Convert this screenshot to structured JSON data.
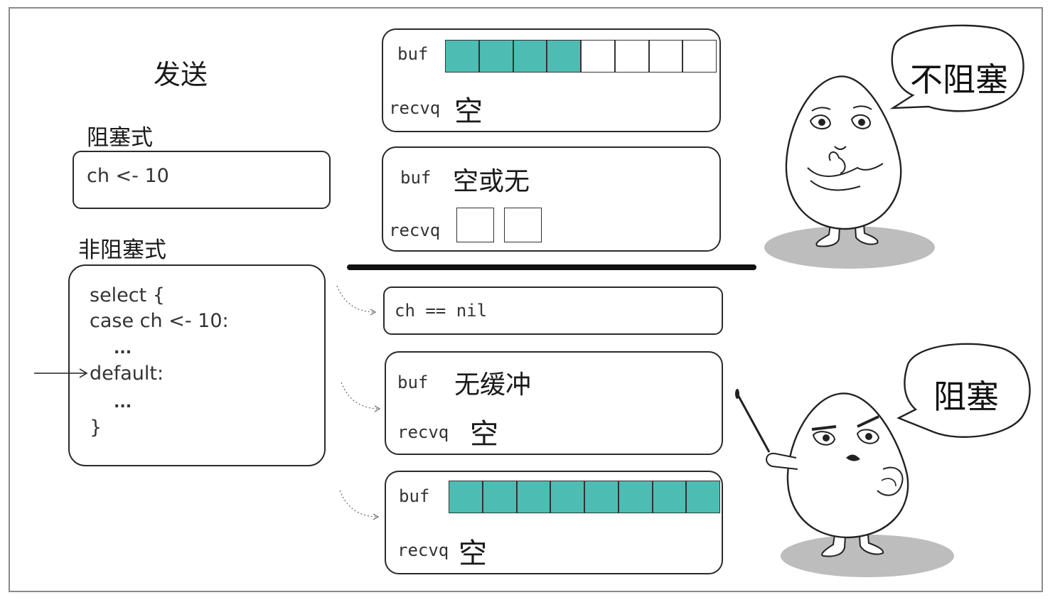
{
  "watermark": "",
  "left": {
    "title": "发送",
    "blocking_label": "阻塞式",
    "blocking_code": "ch <- 10",
    "nonblocking_label": "非阻塞式",
    "nonblocking_code": [
      "select {",
      "case ch <- 10:",
      "...",
      "default:",
      "...",
      "}"
    ]
  },
  "top_boxes": [
    {
      "buf_label": "buf",
      "recvq_label": "recvq",
      "recvq_value": "空",
      "buffer": {
        "filled": 4,
        "total": 8
      }
    },
    {
      "buf_label": "buf",
      "buf_value": "空或无",
      "recvq_label": "recvq",
      "recvq_slots": 2
    }
  ],
  "bottom_boxes": [
    {
      "text": "ch == nil"
    },
    {
      "buf_label": "buf",
      "buf_value": "无缓冲",
      "recvq_label": "recvq",
      "recvq_value": "空"
    },
    {
      "buf_label": "buf",
      "recvq_label": "recvq",
      "recvq_value": "空",
      "buffer": {
        "filled": 8,
        "total": 8
      }
    }
  ],
  "bubbles": {
    "top": "不阻塞",
    "bottom": "阻塞"
  },
  "colors": {
    "buffer_fill": "#4dbdb3",
    "outline": "#2a2a2a",
    "shadow": "#bdbdbd"
  }
}
